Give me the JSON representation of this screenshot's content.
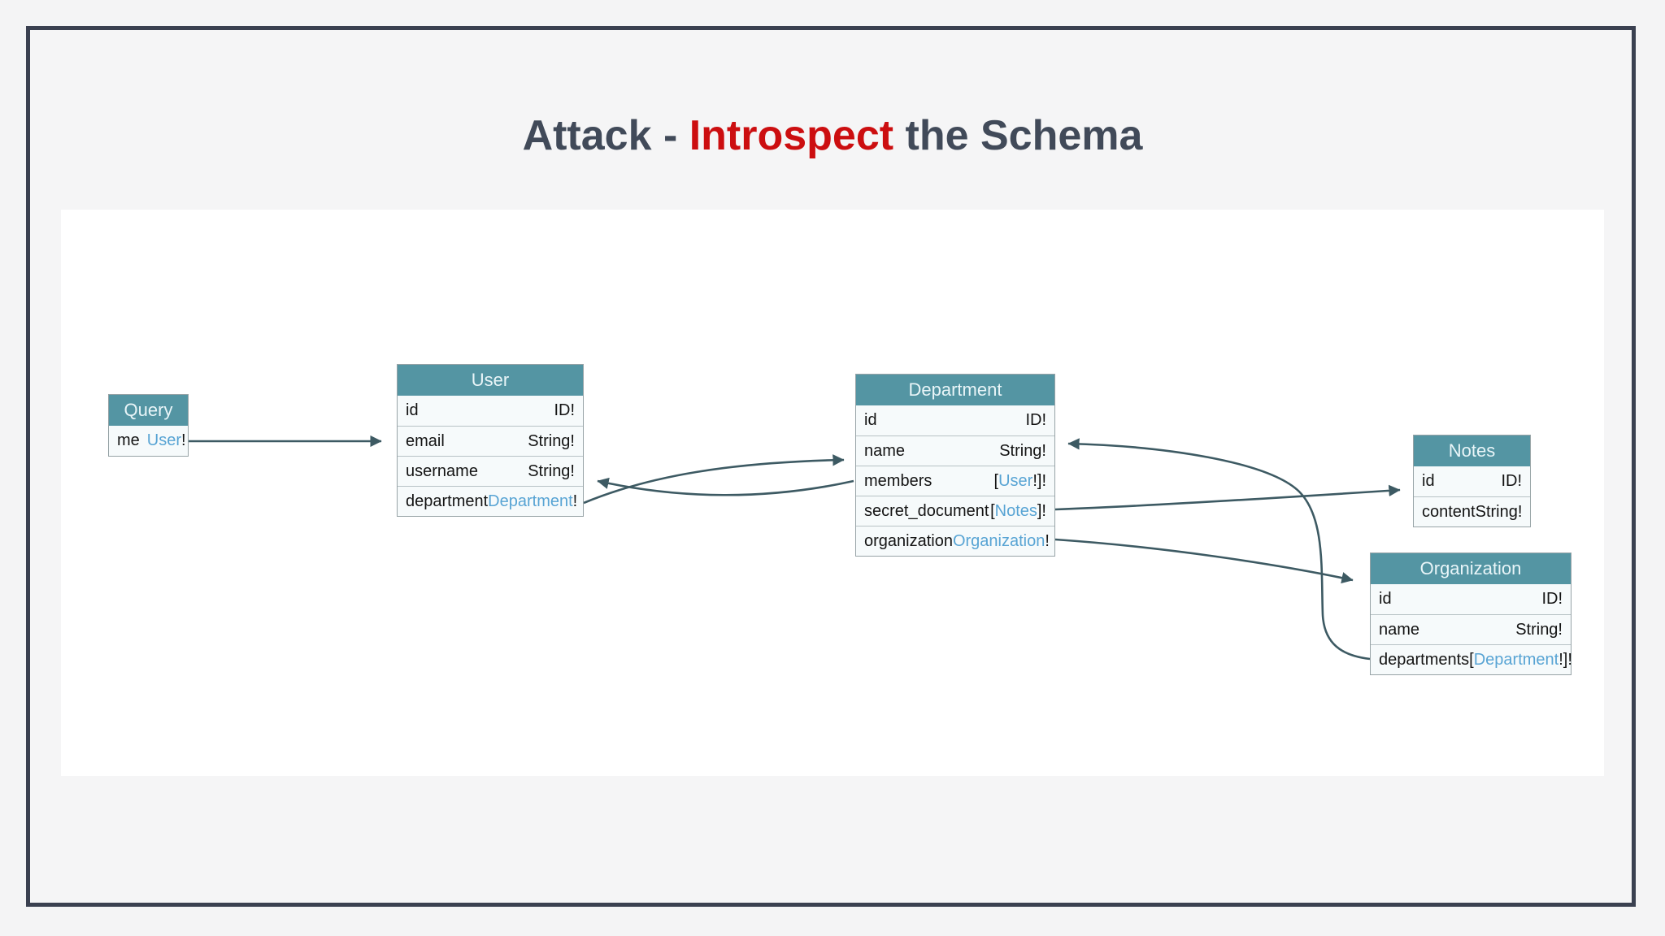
{
  "title": {
    "pre": "Attack - ",
    "highlight": "Introspect",
    "post": " the Schema"
  },
  "colors": {
    "title_dark": "#414a59",
    "title_red": "#cc0e10",
    "entity_header_teal": "#5495a3",
    "entity_header_text": "#e9f5f8",
    "entity_body_bg": "#f6fafb",
    "type_link_blue": "#58a4d4",
    "arrow": "#3d5a63",
    "frame_border": "#3a4050",
    "slide_bg": "#f5f5f6",
    "diagram_bg": "#ffffff"
  },
  "diagram": {
    "tables": [
      {
        "name": "Query",
        "rows": [
          {
            "field": "me",
            "type_pre": "",
            "type_link": "User",
            "type_post": "!"
          }
        ]
      },
      {
        "name": "User",
        "rows": [
          {
            "field": "id",
            "type_pre": "",
            "type_link": "",
            "type_post": "ID!"
          },
          {
            "field": "email",
            "type_pre": "",
            "type_link": "",
            "type_post": "String!"
          },
          {
            "field": "username",
            "type_pre": "",
            "type_link": "",
            "type_post": "String!"
          },
          {
            "field": "department",
            "type_pre": "",
            "type_link": "Department",
            "type_post": "!"
          }
        ]
      },
      {
        "name": "Department",
        "rows": [
          {
            "field": "id",
            "type_pre": "",
            "type_link": "",
            "type_post": "ID!"
          },
          {
            "field": "name",
            "type_pre": "",
            "type_link": "",
            "type_post": "String!"
          },
          {
            "field": "members",
            "type_pre": "[",
            "type_link": "User",
            "type_post": "!]!"
          },
          {
            "field": "secret_document",
            "type_pre": "[",
            "type_link": "Notes",
            "type_post": "]!"
          },
          {
            "field": "organization",
            "type_pre": "",
            "type_link": "Organization",
            "type_post": "!"
          }
        ]
      },
      {
        "name": "Notes",
        "rows": [
          {
            "field": "id",
            "type_pre": "",
            "type_link": "",
            "type_post": "ID!"
          },
          {
            "field": "content",
            "type_pre": "",
            "type_link": "",
            "type_post": "String!"
          }
        ]
      },
      {
        "name": "Organization",
        "rows": [
          {
            "field": "id",
            "type_pre": "",
            "type_link": "",
            "type_post": "ID!"
          },
          {
            "field": "name",
            "type_pre": "",
            "type_link": "",
            "type_post": "String!"
          },
          {
            "field": "departments",
            "type_pre": "[",
            "type_link": "Department",
            "type_post": "!]!"
          }
        ]
      }
    ],
    "edges": [
      {
        "from": "Query.me",
        "to": "User"
      },
      {
        "from": "User.department",
        "to": "Department"
      },
      {
        "from": "Department.members",
        "to": "User"
      },
      {
        "from": "Department.secret_document",
        "to": "Notes"
      },
      {
        "from": "Department.organization",
        "to": "Organization"
      },
      {
        "from": "Organization.departments",
        "to": "Department"
      }
    ]
  }
}
